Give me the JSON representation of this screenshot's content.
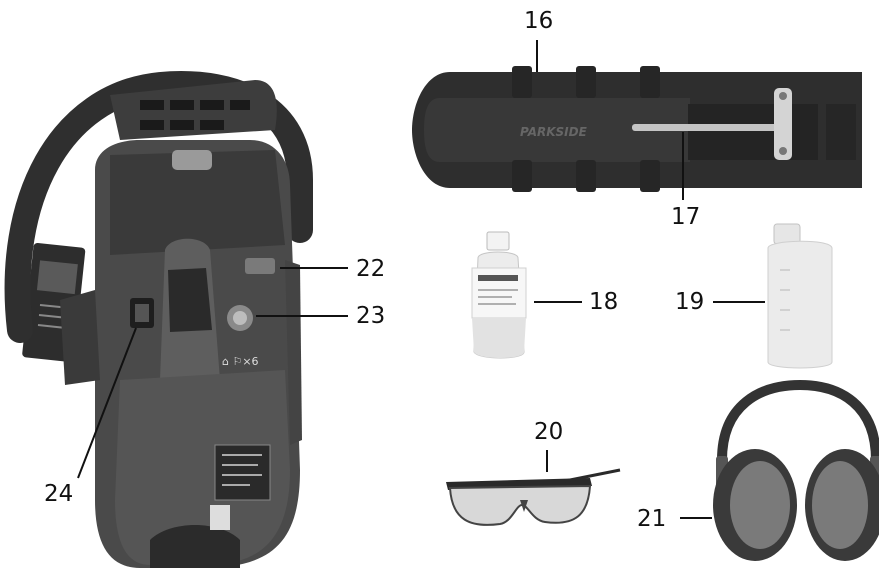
{
  "figure": {
    "callouts": [
      {
        "id": "16",
        "label": "16"
      },
      {
        "id": "17",
        "label": "17"
      },
      {
        "id": "18",
        "label": "18"
      },
      {
        "id": "19",
        "label": "19"
      },
      {
        "id": "20",
        "label": "20"
      },
      {
        "id": "21",
        "label": "21"
      },
      {
        "id": "22",
        "label": "22"
      },
      {
        "id": "23",
        "label": "23"
      },
      {
        "id": "24",
        "label": "24"
      }
    ],
    "brand_text": "PARKSIDE",
    "product_icons": [
      "chainsaw",
      "chain-guard",
      "wrench",
      "chain-oil-bottle",
      "fuel-mixing-bottle",
      "safety-glasses",
      "ear-defenders"
    ],
    "colors": {
      "background": "#ffffff",
      "product_dark": "#3c3c3c",
      "product_mid": "#6b6b6b",
      "bottle": "#e9e9e9",
      "callout": "#111111"
    }
  }
}
